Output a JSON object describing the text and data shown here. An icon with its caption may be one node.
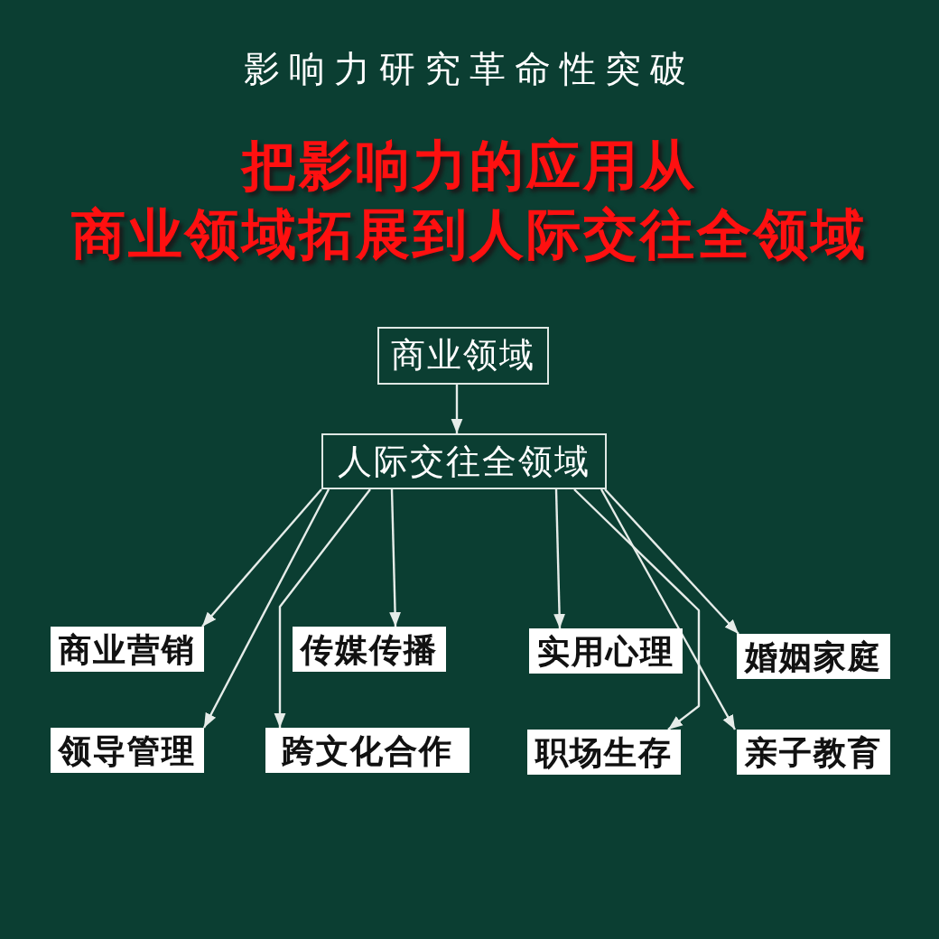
{
  "diagram": {
    "title": "影响力研究革命性突破",
    "nodes": [
      {
        "text": [
          "商业领域"
        ]
      },
      {
        "text": [
          "人际交往全领域"
        ]
      },
      {
        "text": [
          "商业营销"
        ]
      },
      {
        "text": [
          "传媒传播"
        ]
      },
      {
        "text": [
          "实用心理"
        ]
      },
      {
        "text": [
          "婚姻家庭"
        ]
      },
      {
        "text": [
          "领导管理"
        ]
      },
      {
        "text": [
          "跨文化合作"
        ]
      },
      {
        "text": [
          "职场生存"
        ]
      },
      {
        "text": [
          "亲子教育"
        ]
      }
    ],
    "edges": [
      {
        "from": 0,
        "to": 1,
        "arrow": "to"
      },
      {
        "from": 1,
        "to": 2,
        "arrow": "to"
      },
      {
        "from": 1,
        "to": 6,
        "arrow": "to"
      },
      {
        "from": 1,
        "to": 3,
        "arrow": "to"
      },
      {
        "from": 1,
        "to": 7,
        "arrow": "to"
      },
      {
        "from": 1,
        "to": 4,
        "arrow": "to"
      },
      {
        "from": 1,
        "to": 8,
        "arrow": "to"
      },
      {
        "from": 1,
        "to": 5,
        "arrow": "to"
      },
      {
        "from": 1,
        "to": 9,
        "arrow": "to"
      }
    ],
    "labels": [
      "把影响力的应用从",
      "商业领域拓展到人际交往全领域"
    ]
  }
}
